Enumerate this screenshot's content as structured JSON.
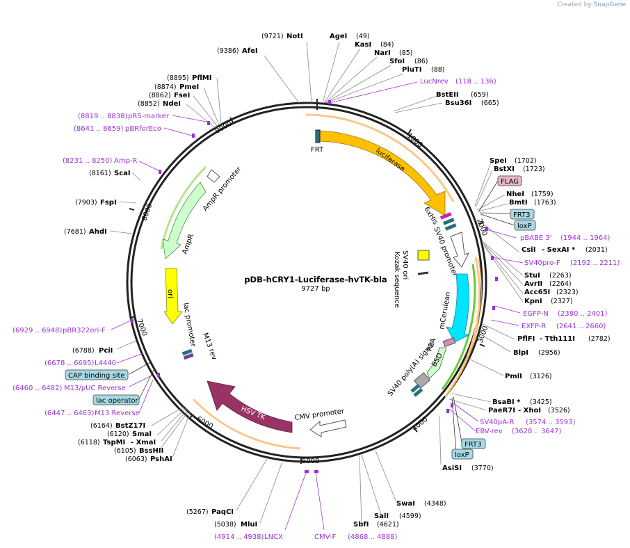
{
  "credit": {
    "created_by": "Created by",
    "brand": "SnapGene"
  },
  "plasmid": {
    "name": "pDB-hCRY1-Luciferase-hvTK-bla",
    "size": "9727 bp"
  },
  "colors": {
    "backbone": "#222222",
    "primer": "#9b30d9",
    "luciferase": "#ffc000",
    "hsvtk": "#993366",
    "ampr": "#ccffcc",
    "ori": "#ffff00",
    "mcerulean": "#00e5ff",
    "bsd": "#ccffcc",
    "badge": "#a6d9e6"
  },
  "ticks": [
    "1000",
    "2000",
    "3000",
    "4000",
    "5000",
    "6000",
    "7000",
    "8000",
    "9000"
  ],
  "enzymes": {
    "NotI": {
      "name": "NotI",
      "pos": "(9721)"
    },
    "AgeI": {
      "name": "AgeI",
      "pos": "(49)"
    },
    "KasI": {
      "name": "KasI",
      "pos": "(84)"
    },
    "NarI": {
      "name": "NarI",
      "pos": "(85)"
    },
    "SfoI": {
      "name": "SfoI",
      "pos": "(86)"
    },
    "PluTI": {
      "name": "PluTI",
      "pos": "(88)"
    },
    "AfeI": {
      "name": "AfeI",
      "pos": "(9386)"
    },
    "PflMI": {
      "name": "PflMI",
      "pos": "(8895)"
    },
    "PmeI": {
      "name": "PmeI",
      "pos": "(8874)"
    },
    "FseI": {
      "name": "FseI",
      "pos": "(8862)"
    },
    "NdeI": {
      "name": "NdeI",
      "pos": "(8852)"
    },
    "BstEII": {
      "name": "BstEII",
      "pos": "(659)"
    },
    "Bsu36I": {
      "name": "Bsu36I",
      "pos": "(665)"
    },
    "SpeI": {
      "name": "SpeI",
      "pos": "(1702)"
    },
    "BstXI": {
      "name": "BstXI",
      "pos": "(1723)"
    },
    "NheI": {
      "name": "NheI",
      "pos": "(1759)"
    },
    "BmtI": {
      "name": "BmtI",
      "pos": "(1763)"
    },
    "CsiI": {
      "name": "CsiI",
      "pos": ""
    },
    "SexAI": {
      "name": "- SexAI *",
      "pos": "(2031)"
    },
    "StuI": {
      "name": "StuI",
      "pos": "(2263)"
    },
    "AvrII": {
      "name": "AvrII",
      "pos": "(2264)"
    },
    "Acc65I": {
      "name": "Acc65I",
      "pos": "(2323)"
    },
    "KpnI": {
      "name": "KpnI",
      "pos": "(2327)"
    },
    "PflFI": {
      "name": "PflFI",
      "pos": ""
    },
    "Tth111I": {
      "name": "- Tth111I",
      "pos": "(2782)"
    },
    "BlpI": {
      "name": "BlpI",
      "pos": "(2956)"
    },
    "PmlI": {
      "name": "PmlI",
      "pos": "(3126)"
    },
    "BsaBI": {
      "name": "BsaBI *",
      "pos": "(3425)"
    },
    "PaeR7I": {
      "name": "PaeR7I",
      "pos": ""
    },
    "XhoI": {
      "name": "- XhoI",
      "pos": "(3526)"
    },
    "AsiSI": {
      "name": "AsiSI",
      "pos": "(3770)"
    },
    "SwaI": {
      "name": "SwaI",
      "pos": "(4348)"
    },
    "SalI": {
      "name": "SalI",
      "pos": "(4599)"
    },
    "SbfI": {
      "name": "SbfI",
      "pos": "(4621)"
    },
    "PaqCI": {
      "name": "PaqCI",
      "pos": "(5267)"
    },
    "MluI": {
      "name": "MluI",
      "pos": "(5038)"
    },
    "ScaI": {
      "name": "ScaI",
      "pos": "(8161)"
    },
    "FspI": {
      "name": "FspI",
      "pos": "(7903)"
    },
    "AhdI": {
      "name": "AhdI",
      "pos": "(7681)"
    },
    "PciI": {
      "name": "PciI",
      "pos": "(6788)"
    },
    "BstZ17I": {
      "name": "BstZ17I",
      "pos": "(6164)"
    },
    "SmaI": {
      "name": "SmaI",
      "pos": "(6120)"
    },
    "TspMI": {
      "name": "TspMI",
      "pos": "(6118)"
    },
    "XmaI": {
      "name": "- XmaI",
      "pos": ""
    },
    "BssHII": {
      "name": "BssHII",
      "pos": "(6105)"
    },
    "PshAI": {
      "name": "PshAI",
      "pos": "(6063)"
    }
  },
  "primers": {
    "LucNrev": {
      "name": "LucNrev",
      "range": "(118 .. 136)"
    },
    "pRSmarker": {
      "name": "pRS-marker",
      "range": "(8819 .. 8838)"
    },
    "pBRforEco": {
      "name": "pBRforEco",
      "range": "(8641 .. 8659)"
    },
    "AmpR": {
      "name": "Amp-R",
      "range": "(8231 .. 8250)"
    },
    "pBABE3": {
      "name": "pBABE 3'",
      "range": "(1944 .. 1964)"
    },
    "SV40proF": {
      "name": "SV40pro-F",
      "range": "(2192 .. 2211)"
    },
    "EGFPN": {
      "name": "EGFP-N",
      "range": "(2380 .. 2401)"
    },
    "EXFPR": {
      "name": "EXFP-R",
      "range": "(2641 .. 2660)"
    },
    "SV40pAR": {
      "name": "SV40pA-R",
      "range": "(3574 .. 3593)"
    },
    "EBVrev": {
      "name": "EBV-rev",
      "range": "(3628 .. 3647)"
    },
    "pBR322oriF": {
      "name": "pBR322ori-F",
      "range": "(6929 .. 6948)"
    },
    "L4440": {
      "name": "L4440",
      "range": "(6678 .. 6695)"
    },
    "M13pUCRev": {
      "name": "M13/pUC Reverse",
      "range": "(6460 .. 6482)"
    },
    "M13Rev": {
      "name": "M13 Reverse",
      "range": "(6447 .. 6463)"
    },
    "LNCX": {
      "name": "LNCX",
      "range": "(4914 .. 4938)"
    },
    "CMVF": {
      "name": "CMV-F",
      "range": "(4868 .. 4888)"
    }
  },
  "badges": {
    "FLAG": "FLAG",
    "FRT3a": "FRT3",
    "loxPa": "loxP",
    "FRT3b": "FRT3",
    "loxPb": "loxP",
    "CAP": "CAP binding site",
    "lacop": "lac operator"
  },
  "features": {
    "FRT": "FRT",
    "luciferase": "luciferase",
    "sixHis": "6xHis",
    "sv40promoter": "SV40 promoter",
    "sv40ori": "SV40 ori",
    "kozak": "Kozak sequence",
    "mcerulean": "mCerulean",
    "p2a": "P2A",
    "bsd": "BSD",
    "sv40pA": "SV40 poly(A) signal",
    "hsvtk": "HSV TK",
    "cmvpromoter": "CMV promoter",
    "ampr": "AmpR",
    "amprpromoter": "AmpR promoter",
    "ori": "ori",
    "lacpromoter": "lac promoter",
    "m13rev": "M13 rev"
  }
}
